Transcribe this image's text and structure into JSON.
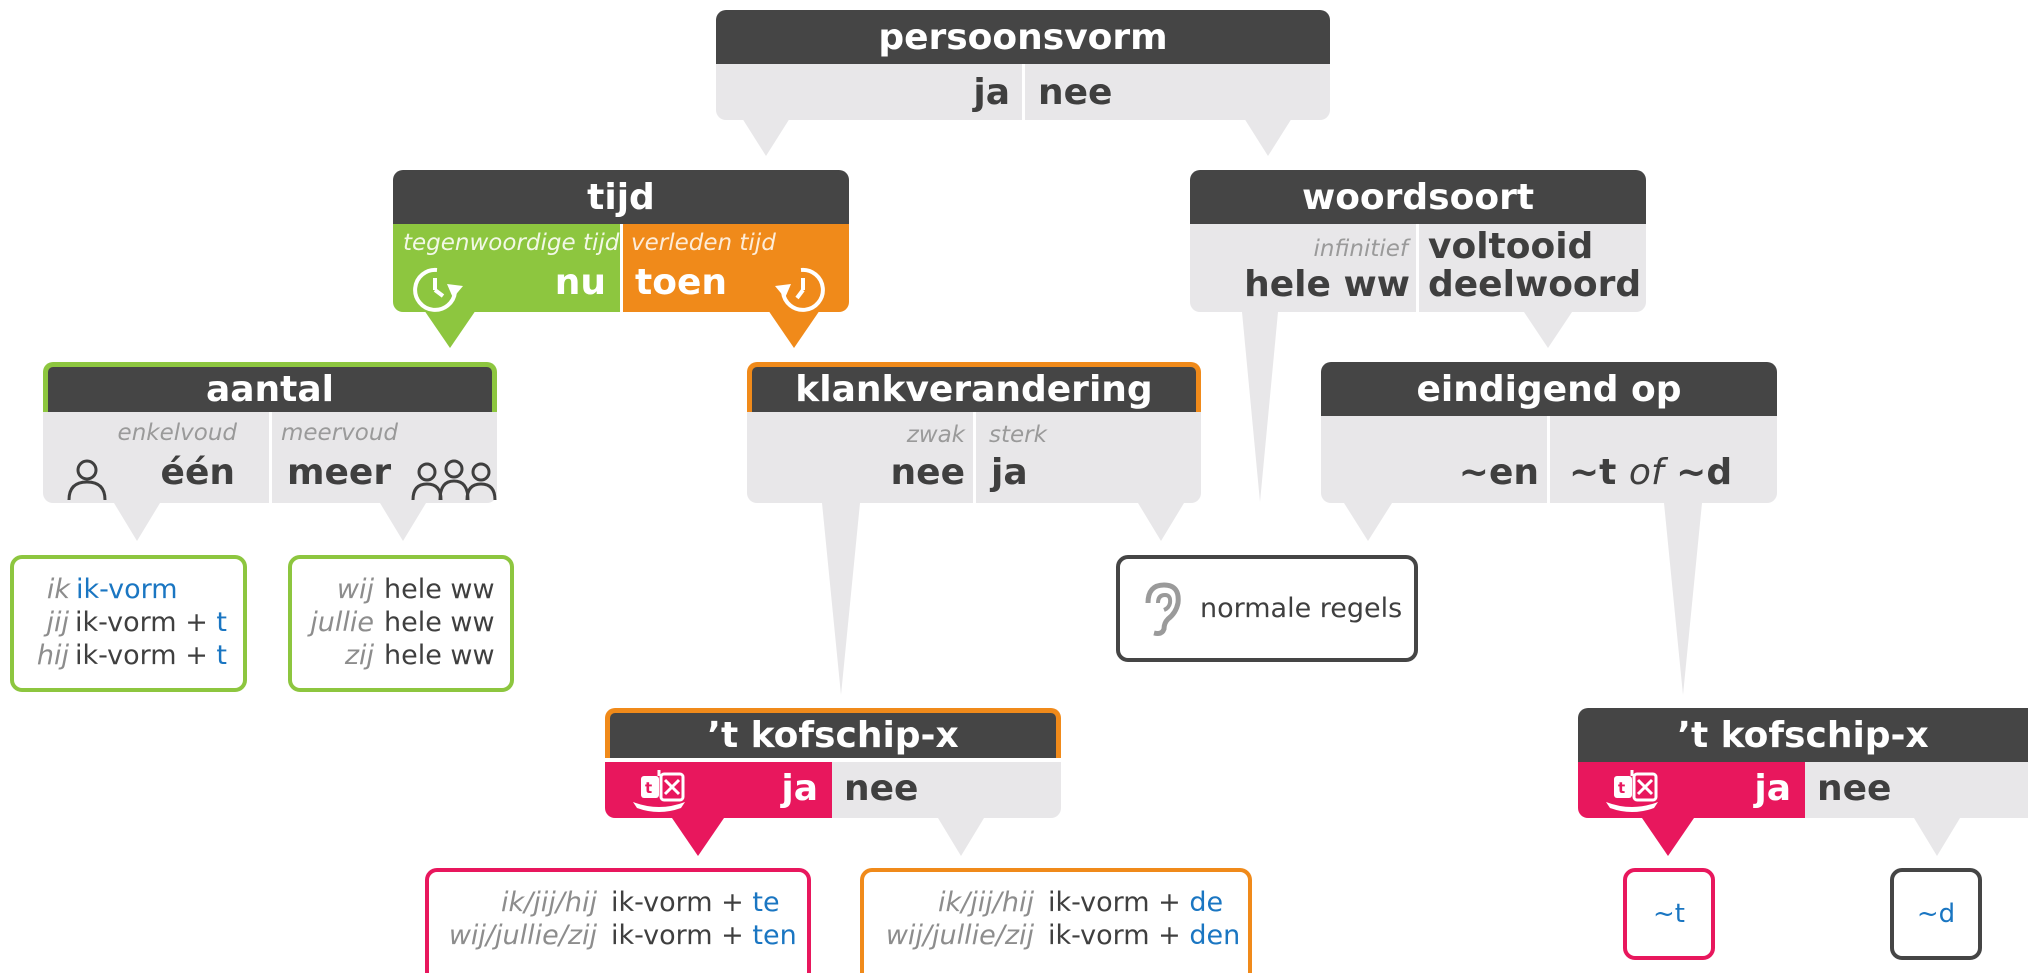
{
  "colors": {
    "dark": "#454545",
    "light_panel": "#e8e7e9",
    "green": "#8dc63f",
    "orange": "#f08a1a",
    "pink": "#e8175d",
    "blue": "#1a76c2",
    "gray_text": "#9a9a9a"
  },
  "persoonsvorm": {
    "title": "persoonsvorm",
    "ja": "ja",
    "nee": "nee"
  },
  "tijd": {
    "title": "tijd",
    "left_small": "tegenwoordige tijd",
    "left_big": "nu",
    "right_small": "verleden tijd",
    "right_big": "toen",
    "left_icon": "clock-forward-icon",
    "right_icon": "clock-back-icon"
  },
  "woordsoort": {
    "title": "woordsoort",
    "left_small": "infinitief",
    "left_big": "hele ww",
    "right_big_1": "voltooid",
    "right_big_2": "deelwoord"
  },
  "aantal": {
    "title": "aantal",
    "left_small": "enkelvoud",
    "left_big": "één",
    "right_small": "meervoud",
    "right_big": "meer",
    "left_icon": "person-icon",
    "right_icon": "people-icon"
  },
  "klankverandering": {
    "title": "klankverandering",
    "left_small": "zwak",
    "left_big": "nee",
    "right_small": "sterk",
    "right_big": "ja"
  },
  "eindigend": {
    "title": "eindigend op",
    "left_big": "~en",
    "right_a": "~t",
    "right_of": "of",
    "right_b": "~d"
  },
  "enkelvoud_box": {
    "rows": [
      {
        "pron": "ik",
        "form": "ik-vorm",
        "plus": "",
        "suffix": ""
      },
      {
        "pron": "jij",
        "form": "ik-vorm",
        "plus": " + ",
        "suffix": "t"
      },
      {
        "pron": "hij",
        "form": "ik-vorm",
        "plus": " + ",
        "suffix": "t"
      }
    ]
  },
  "meervoud_box": {
    "rows": [
      {
        "pron": "wij",
        "form": "hele ww"
      },
      {
        "pron": "jullie",
        "form": "hele ww"
      },
      {
        "pron": "zij",
        "form": "hele ww"
      }
    ]
  },
  "normale": {
    "label": "normale regels",
    "icon": "ear-icon"
  },
  "kofschip_left": {
    "title": "’t kofschip-x",
    "ja": "ja",
    "nee": "nee",
    "icon": "ship-icon"
  },
  "kofschip_right": {
    "title": "’t kofschip-x",
    "ja": "ja",
    "nee": "nee",
    "icon": "ship-icon"
  },
  "te_box": {
    "rows": [
      {
        "pron": "ik/jij/hij",
        "form": "ik-vorm",
        "plus": " + ",
        "suffix": "te"
      },
      {
        "pron": "wij/jullie/zij",
        "form": "ik-vorm",
        "plus": " + ",
        "suffix": "ten"
      }
    ]
  },
  "de_box": {
    "rows": [
      {
        "pron": "ik/jij/hij",
        "form": "ik-vorm",
        "plus": " + ",
        "suffix": "de"
      },
      {
        "pron": "wij/jullie/zij",
        "form": "ik-vorm",
        "plus": " + ",
        "suffix": "den"
      }
    ]
  },
  "t_box": {
    "label": "~t"
  },
  "d_box": {
    "label": "~d"
  }
}
